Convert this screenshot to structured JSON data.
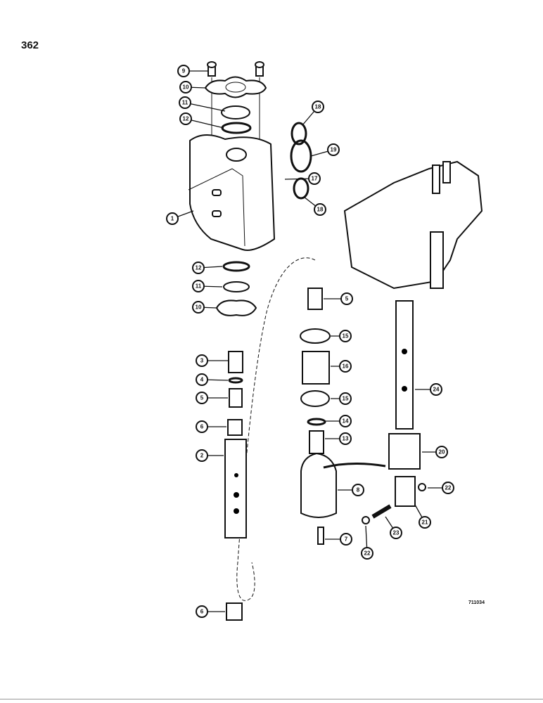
{
  "page_number": "362",
  "figure_code": "711034",
  "callouts": [
    "9",
    "10",
    "11",
    "12",
    "18",
    "19",
    "17",
    "18",
    "1",
    "12",
    "11",
    "10",
    "3",
    "4",
    "5",
    "6",
    "2",
    "6",
    "5",
    "15",
    "16",
    "15",
    "14",
    "13",
    "8",
    "7",
    "24",
    "20",
    "22",
    "21",
    "23",
    "22"
  ]
}
